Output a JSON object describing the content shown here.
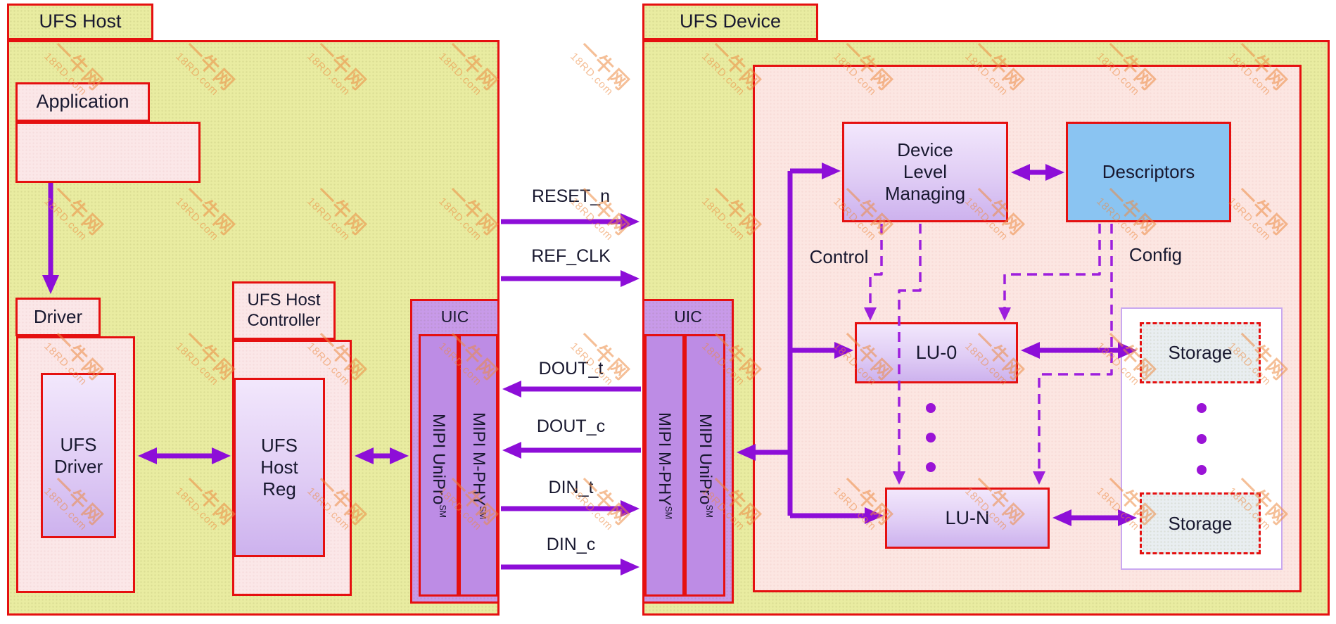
{
  "watermark": {
    "line1": "一牛网",
    "line2": "18RD.com"
  },
  "host": {
    "title": "UFS Host",
    "application_label": "Application",
    "driver_label": "Driver",
    "ufs_driver_label": "UFS\nDriver",
    "controller_label": "UFS Host\nController",
    "host_reg_label": "UFS\nHost\nReg",
    "uic": {
      "title": "UIC",
      "col_left": "MIPI UniPro",
      "col_right": "MIPI M-PHY",
      "sm": "SM"
    }
  },
  "device": {
    "title": "UFS Device",
    "uic": {
      "title": "UIC",
      "col_left": "MIPI M-PHY",
      "col_right": "MIPI UniPro",
      "sm": "SM"
    },
    "dlm_label": "Device\nLevel\nManaging",
    "descriptors_label": "Descriptors",
    "control_label": "Control",
    "config_label": "Config",
    "lu0_label": "LU-0",
    "lun_label": "LU-N",
    "storage_top_label": "Storage",
    "storage_bottom_label": "Storage"
  },
  "signals": [
    {
      "name": "RESET_n",
      "direction": "host-to-device"
    },
    {
      "name": "REF_CLK",
      "direction": "host-to-device"
    },
    {
      "name": "DOUT_t",
      "direction": "device-to-host"
    },
    {
      "name": "DOUT_c",
      "direction": "device-to-host"
    },
    {
      "name": "DIN_t",
      "direction": "host-to-device"
    },
    {
      "name": "DIN_c",
      "direction": "host-to-device"
    }
  ],
  "palette": {
    "arrow_purple": "#8d0ed8",
    "border_red": "#e51010",
    "host_device_bg": "#e9eca1",
    "panel_pink": "#fbe7e8",
    "uic_purple": "#c89ae9",
    "descriptors_blue": "#8ac4f2",
    "storage_fill": "#e9eef1",
    "watermark_orange": "#ee8c46"
  }
}
